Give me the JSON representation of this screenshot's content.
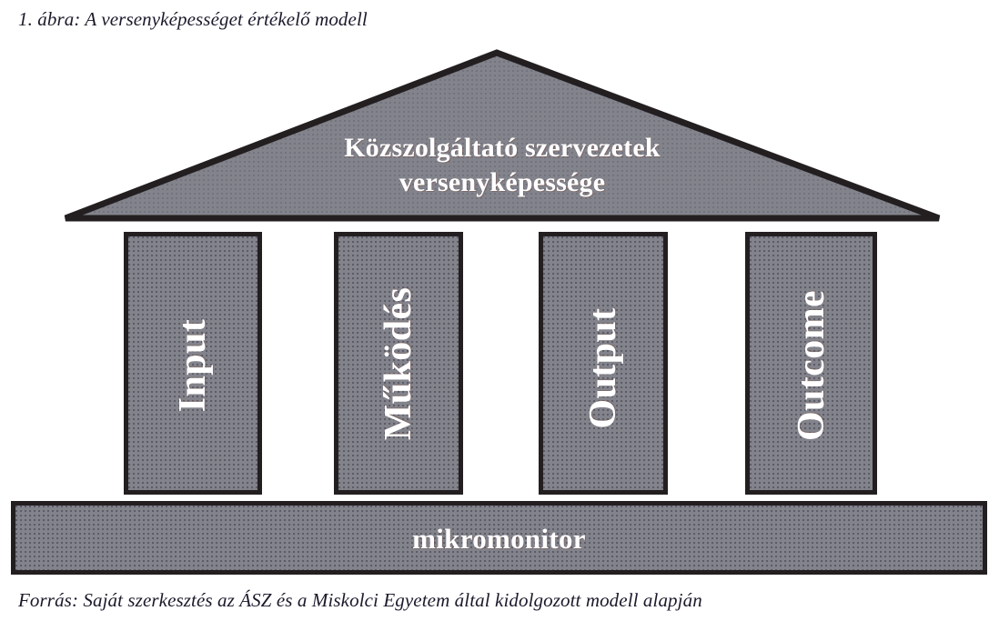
{
  "figure": {
    "caption": "1. ábra: A versenyképességet értékelő modell",
    "source": "Forrás: Saját szerkesztés az ÁSZ és a Miskolci Egyetem által kidolgozott modell alapján"
  },
  "diagram": {
    "type": "temple-model",
    "roof": {
      "title_line_1": "Közszolgáltató szervezetek",
      "title_line_2": "versenyképessége"
    },
    "pillars": [
      {
        "label": "Input"
      },
      {
        "label": "Működés"
      },
      {
        "label": "Output"
      },
      {
        "label": "Outcome"
      }
    ],
    "base": {
      "label": "mikromonitor"
    }
  },
  "colors": {
    "fill_gray": "#83838c",
    "outline": "#231f20",
    "label_text": "#ffffff",
    "caption_text": "#1a1a2b",
    "page_background": "#ffffff"
  }
}
